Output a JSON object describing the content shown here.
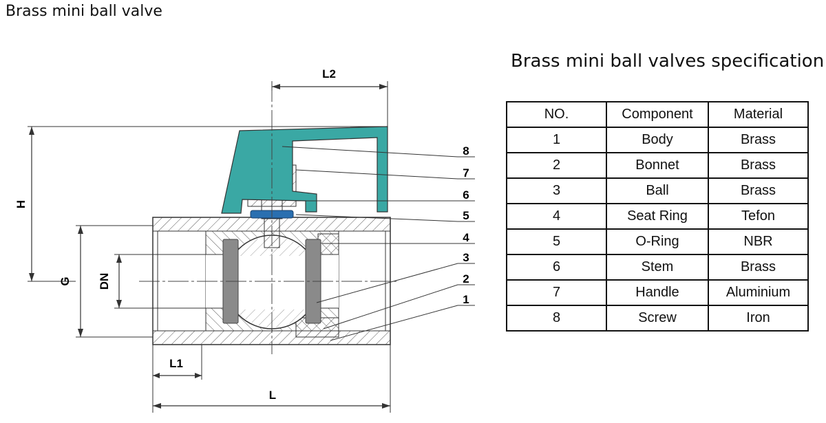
{
  "page": {
    "title": "Brass mini ball valve"
  },
  "drawing": {
    "dimensions": {
      "L": "L",
      "L1": "L1",
      "L2": "L2",
      "H": "H",
      "G": "G",
      "DN": "DN"
    },
    "callouts": [
      "8",
      "7",
      "6",
      "5",
      "4",
      "3",
      "2",
      "1"
    ],
    "colors": {
      "handle": "#3aa8a4",
      "oring": "#2a6fb0",
      "seat": "#8a8a8a"
    }
  },
  "spec": {
    "title": "Brass mini ball valves specification.",
    "headers": [
      "NO.",
      "Component",
      "Material"
    ],
    "rows": [
      [
        "1",
        "Body",
        "Brass"
      ],
      [
        "2",
        "Bonnet",
        "Brass"
      ],
      [
        "3",
        "Ball",
        "Brass"
      ],
      [
        "4",
        "Seat Ring",
        "Tefon"
      ],
      [
        "5",
        "O-Ring",
        "NBR"
      ],
      [
        "6",
        "Stem",
        "Brass"
      ],
      [
        "7",
        "Handle",
        "Aluminium"
      ],
      [
        "8",
        "Screw",
        "Iron"
      ]
    ]
  }
}
